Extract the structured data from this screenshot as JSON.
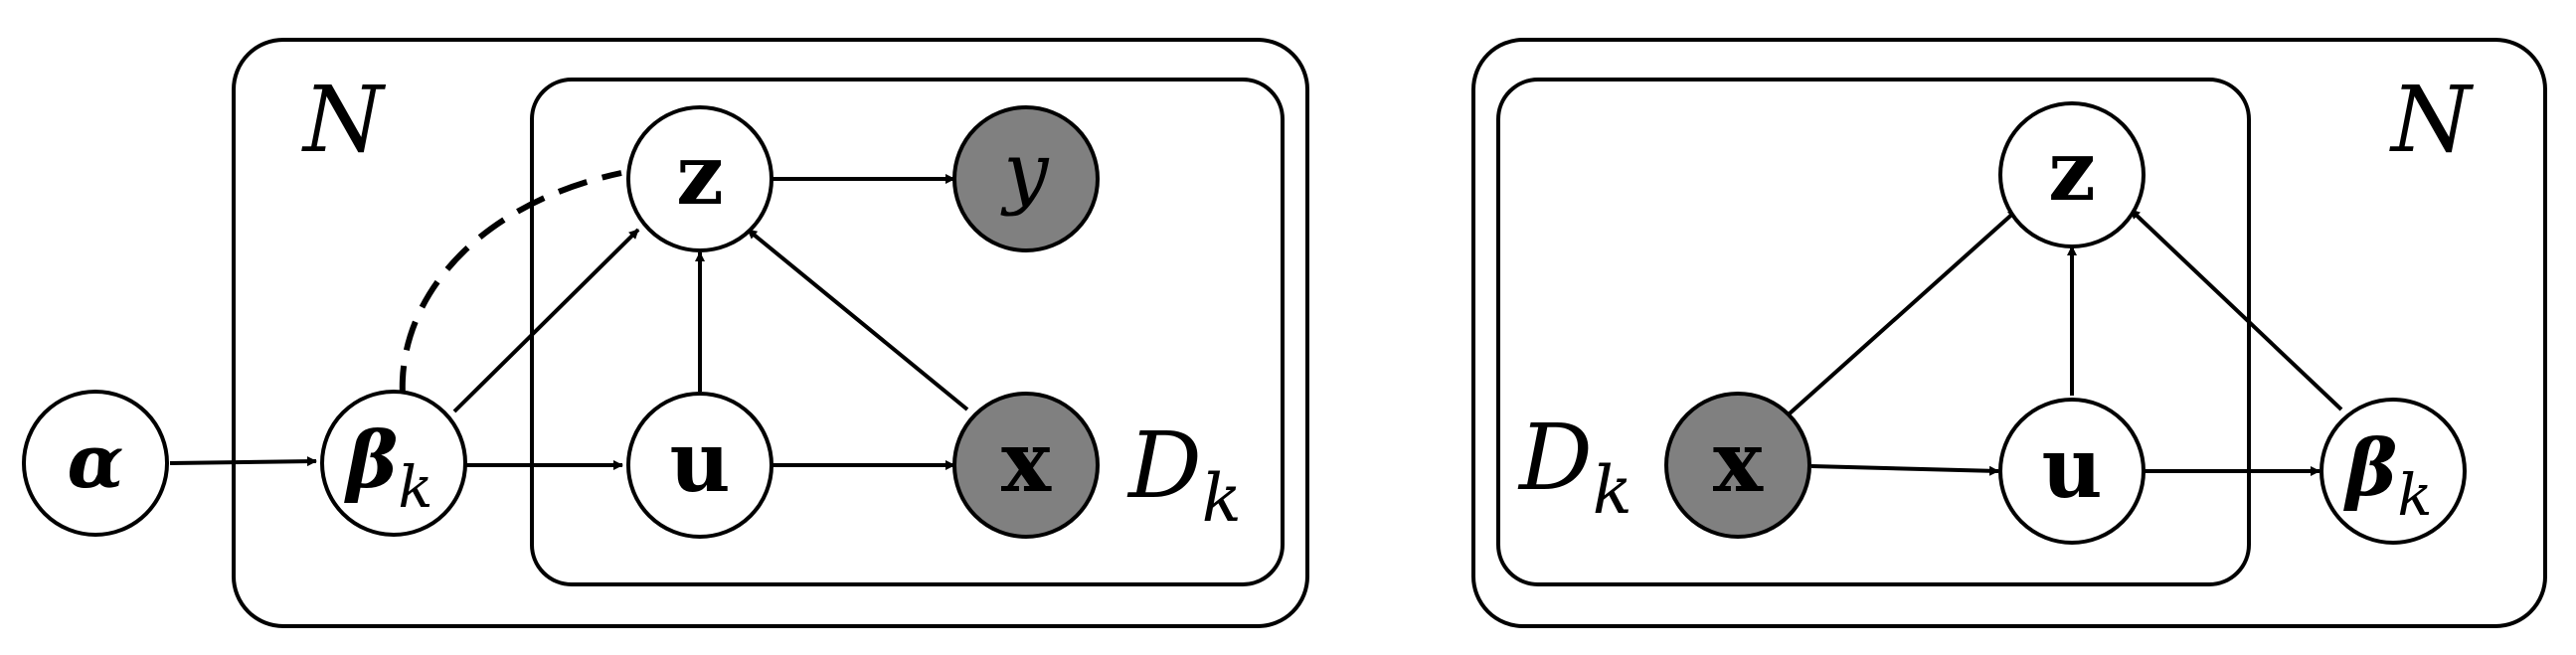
{
  "colors": {
    "stroke": "#000000",
    "observed_fill": "#808080",
    "latent_fill": "#ffffff",
    "background": "#ffffff"
  },
  "left_model": {
    "plate_outer_label": "N",
    "plate_inner_label": {
      "main": "D",
      "sub": "k"
    },
    "nodes": {
      "alpha": {
        "main": "α",
        "sub": "",
        "observed": false
      },
      "beta": {
        "main": "β",
        "sub": "k",
        "observed": false
      },
      "z": {
        "main": "z",
        "sub": "",
        "observed": false
      },
      "u": {
        "main": "u",
        "sub": "",
        "observed": false
      },
      "y": {
        "main": "y",
        "sub": "",
        "observed": true
      },
      "x": {
        "main": "x",
        "sub": "",
        "observed": true
      }
    }
  },
  "right_model": {
    "plate_outer_label": "N",
    "plate_inner_label": {
      "main": "D",
      "sub": "k"
    },
    "nodes": {
      "z": {
        "main": "z",
        "sub": "",
        "observed": false
      },
      "x": {
        "main": "x",
        "sub": "",
        "observed": true
      },
      "u": {
        "main": "u",
        "sub": "",
        "observed": false
      },
      "beta": {
        "main": "β",
        "sub": "k",
        "observed": false
      }
    }
  }
}
